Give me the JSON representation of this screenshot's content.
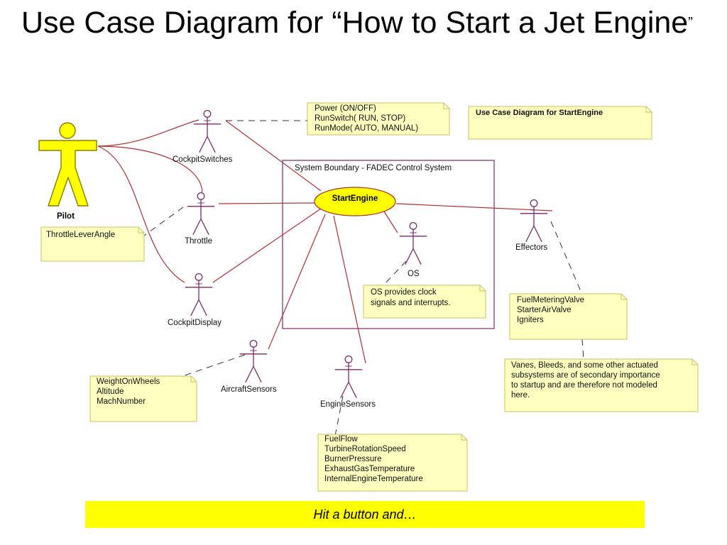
{
  "title": {
    "main": "Use Case Diagram for “How to Start a Jet Engine",
    "quote": "”"
  },
  "colors": {
    "association": "#b03030",
    "note_fill": "#ffffc0",
    "note_border": "#c8c060",
    "actor_fill": "#ffff00",
    "boundary": "#7a2a6a",
    "footer": "#ffff00"
  },
  "boundary": {
    "label": "System Boundary - FADEC Control System"
  },
  "use_case": {
    "label": "StartEngine"
  },
  "actors": {
    "pilot": "Pilot",
    "cockpit_switches": "CockpitSwitches",
    "throttle": "Throttle",
    "cockpit_display": "CockpitDisplay",
    "aircraft_sensors": "AircraftSensors",
    "engine_sensors": "EngineSensors",
    "os": "OS",
    "effectors": "Effectors"
  },
  "notes": {
    "switch_modes": [
      "Power (ON/OFF)",
      "RunSwitch( RUN, STOP)",
      "RunMode( AUTO, MANUAL)"
    ],
    "diagram_title": [
      "Use Case Diagram for StartEngine"
    ],
    "throttle": [
      "ThrottleLeverAngle"
    ],
    "os": [
      "OS provides clock",
      "signals and interrupts."
    ],
    "effectors": [
      "FuelMeteringValve",
      "StarterAirValve",
      "Igniters"
    ],
    "secondary": [
      "Vanes,  Bleeds, and some other actuated",
      "subsystems are of secondary importance",
      "to startup and are therefore not modeled",
      "here."
    ],
    "aircraft_sensors": [
      "WeightOnWheels",
      "Altitude",
      "MachNumber"
    ],
    "engine_sensors": [
      "FuelFlow",
      "TurbineRotationSpeed",
      "BurnerPressure",
      "ExhaustGasTemperature",
      "InternalEngineTemperature"
    ]
  },
  "footer": {
    "text": "Hit a button and…"
  }
}
